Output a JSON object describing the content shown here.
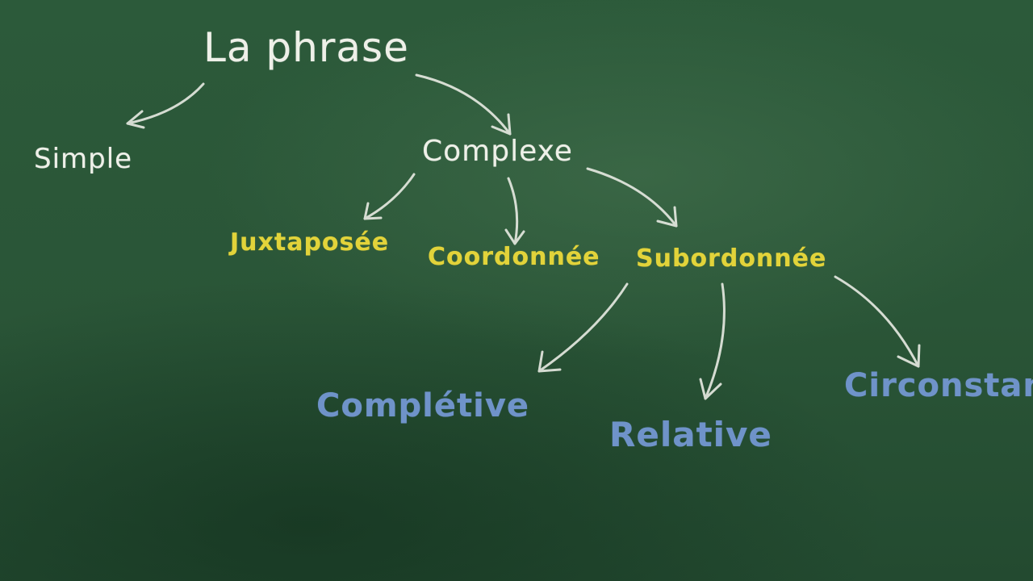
{
  "diagram": {
    "root": "La phrase",
    "level1": [
      "Simple",
      "Complexe"
    ],
    "complexe_types": [
      "Juxtaposée",
      "Coordonnée",
      "Subordonnée"
    ],
    "subordonnee_types": [
      "Complétive",
      "Relative",
      "Circonstan"
    ],
    "colors": {
      "board": "#2a5537",
      "chalk_white": "#eef0e8",
      "chalk_yellow": "#e2d33a",
      "chalk_blue": "#6f93c9"
    }
  }
}
